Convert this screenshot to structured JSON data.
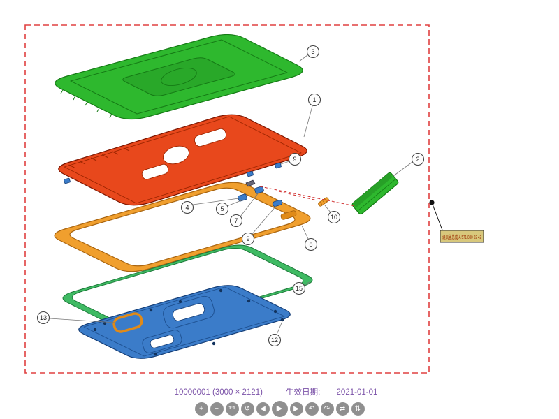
{
  "diagram": {
    "label_box": {
      "text": "通风盖总成 A 571 830 02 42"
    },
    "balloons": [
      {
        "n": "3"
      },
      {
        "n": "1"
      },
      {
        "n": "9"
      },
      {
        "n": "2"
      },
      {
        "n": "4"
      },
      {
        "n": "5"
      },
      {
        "n": "7"
      },
      {
        "n": "9"
      },
      {
        "n": "10"
      },
      {
        "n": "8"
      },
      {
        "n": "15"
      },
      {
        "n": "12"
      },
      {
        "n": "13"
      }
    ],
    "colors": {
      "border": "#e04040",
      "top_cover": "#2eb82e",
      "vent_panel": "#e8481c",
      "outer_frame": "#f09f2e",
      "seal_frame": "#3fba63",
      "base_panel": "#3b7cc9",
      "red_dash_leader": "#d03030",
      "label_box_fill": "#d8c87c"
    }
  },
  "footer": {
    "image_info": "10000001 (3000 × 2121)",
    "date_label": "生效日期:",
    "date_value": "2021-01-01"
  },
  "toolbar": {
    "buttons": [
      {
        "name": "zoom-in",
        "glyph": "+"
      },
      {
        "name": "zoom-out",
        "glyph": "−"
      },
      {
        "name": "one-to-one",
        "glyph": "1:1"
      },
      {
        "name": "reset",
        "glyph": "↺"
      },
      {
        "name": "prev",
        "glyph": "◀"
      },
      {
        "name": "play",
        "glyph": "▶"
      },
      {
        "name": "next",
        "glyph": "▶"
      },
      {
        "name": "rotate-left",
        "glyph": "↶"
      },
      {
        "name": "rotate-right",
        "glyph": "↷"
      },
      {
        "name": "flip-horizontal",
        "glyph": "⇄"
      },
      {
        "name": "flip-vertical",
        "glyph": "⇅"
      }
    ]
  }
}
